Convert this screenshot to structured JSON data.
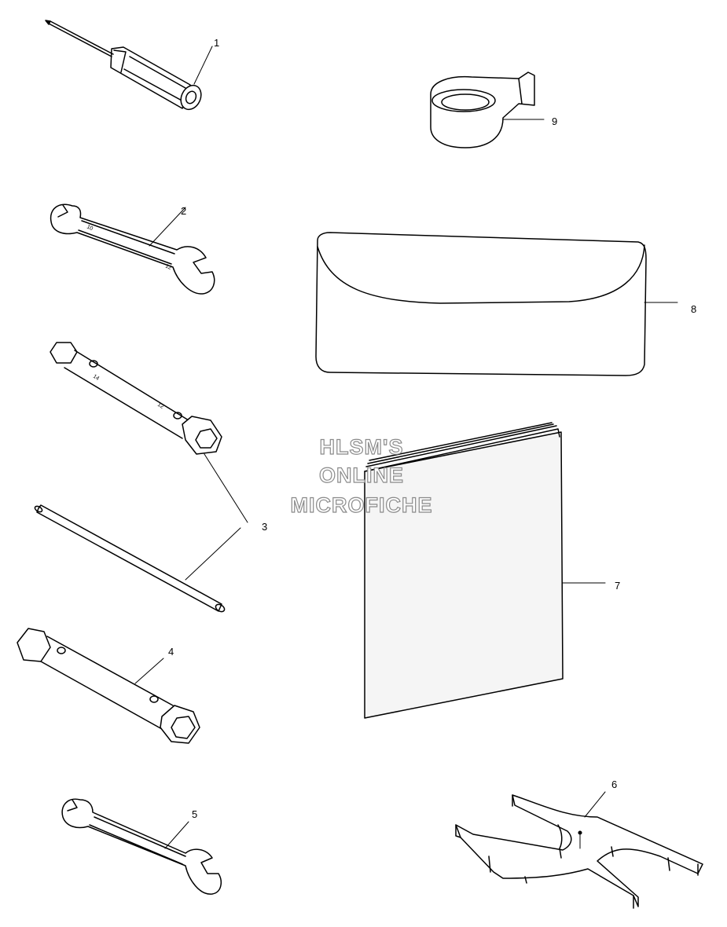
{
  "parts": [
    {
      "id": "screwdriver",
      "callout": "1"
    },
    {
      "id": "open-end-wrench-upper",
      "callout": "2"
    },
    {
      "id": "box-wrench-and-tommy-bar",
      "callout": "3"
    },
    {
      "id": "box-wrench-lower",
      "callout": "4"
    },
    {
      "id": "open-end-wrench-lower",
      "callout": "5"
    },
    {
      "id": "spanner-holder",
      "callout": "6"
    },
    {
      "id": "owners-manual",
      "callout": "7"
    },
    {
      "id": "tool-bag",
      "callout": "8"
    },
    {
      "id": "strap",
      "callout": "9"
    }
  ],
  "watermark": {
    "line1": "HLSM'S",
    "line2": "ONLINE",
    "line3": "MICROFICHE"
  },
  "colors": {
    "line": "#000000",
    "paper": "#ffffff",
    "watermark_outline": "#8a8a8a",
    "manual_fill": "#f5f5f5"
  }
}
